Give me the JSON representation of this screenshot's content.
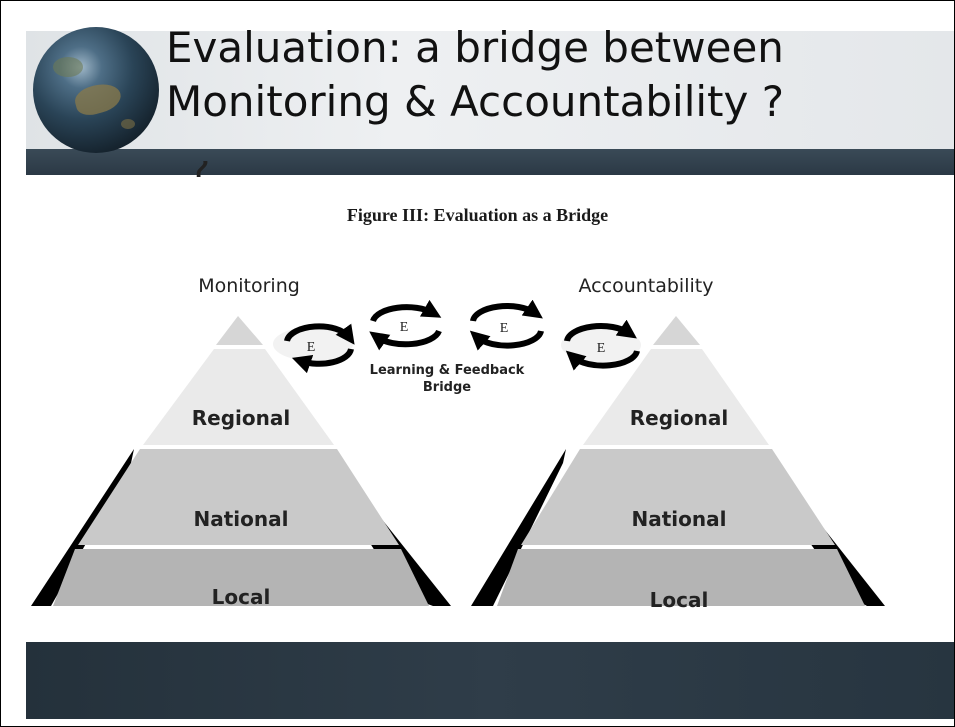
{
  "slide": {
    "title": "Evaluation: a bridge between\nMonitoring & Accountability ?",
    "title_overflow": "?",
    "figure_caption": "Figure III: Evaluation as a Bridge"
  },
  "left_pyramid": {
    "heading": "Monitoring",
    "levels": [
      "Regional",
      "National",
      "Local"
    ]
  },
  "right_pyramid": {
    "heading": "Accountability",
    "levels": [
      "Regional",
      "National",
      "Local"
    ]
  },
  "bridge": {
    "loop_letter": "E",
    "label_line1": "Learning & Feedback",
    "label_line2": "Bridge"
  },
  "colors": {
    "apex": "#d6d6d6",
    "regional": "#eaeaea",
    "national": "#c9c9c9",
    "local": "#b4b4b4",
    "arrow": "#000000",
    "dark_band": "#2b3945"
  }
}
